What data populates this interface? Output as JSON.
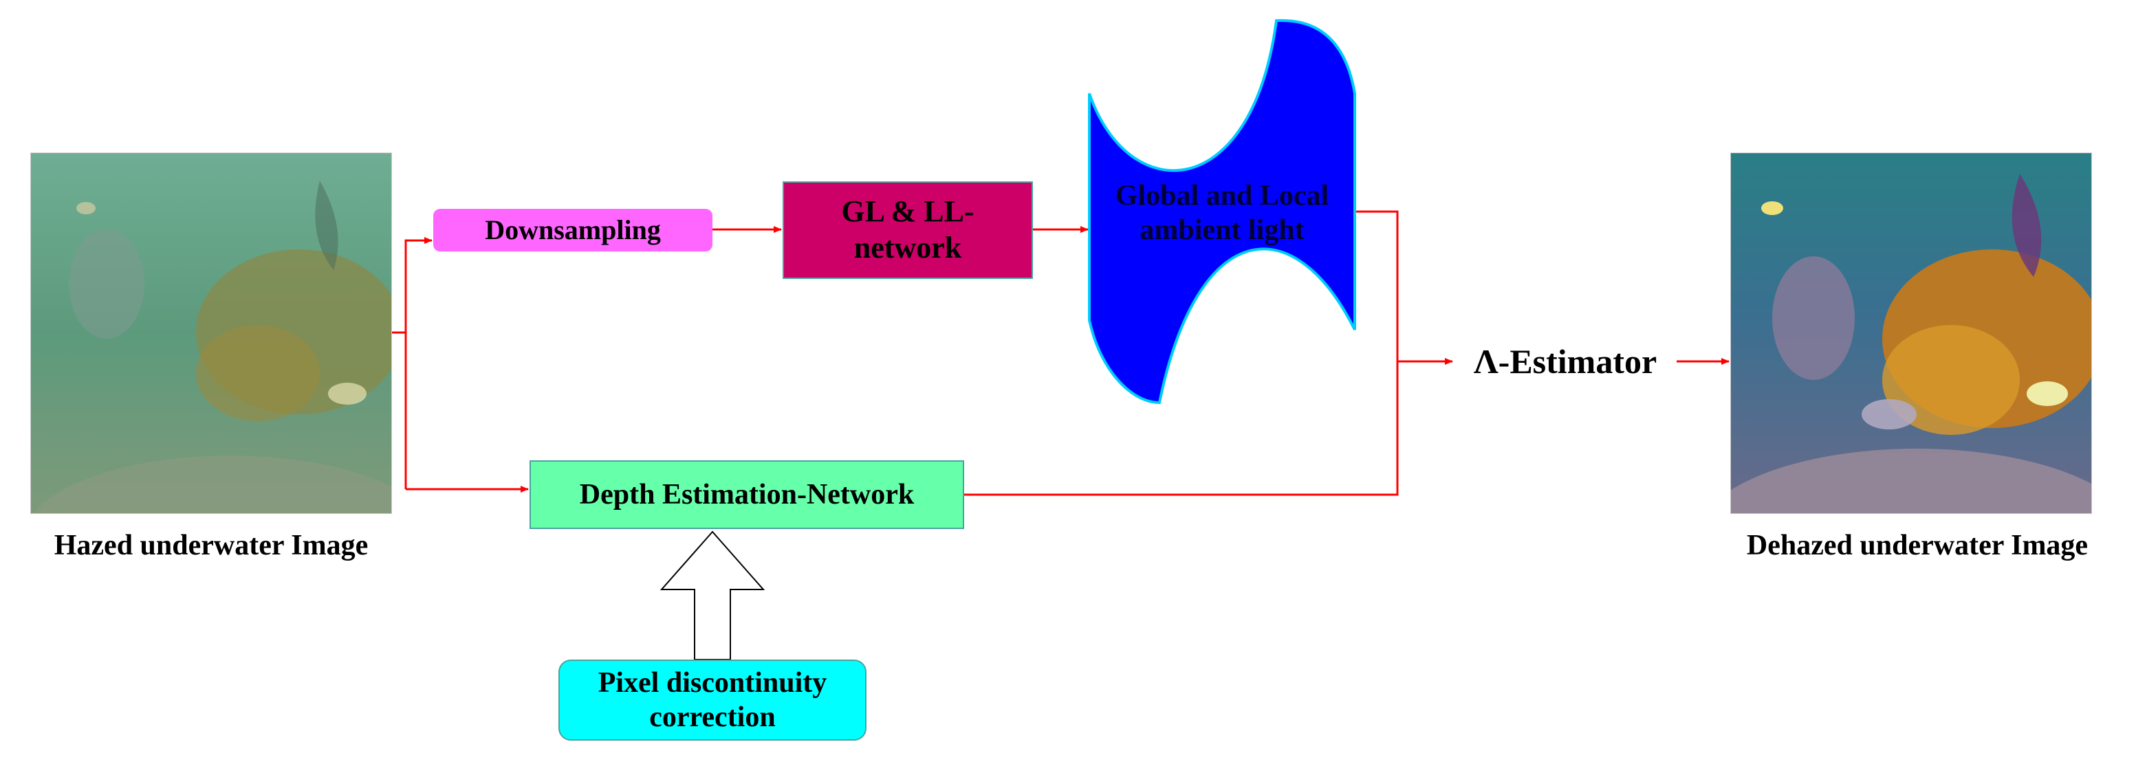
{
  "input_caption": "Hazed underwater Image",
  "output_caption": "Dehazed underwater Image",
  "nodes": {
    "downsampling": "Downsampling",
    "gl_ll_network": "GL & LL-\nnetwork",
    "ambient_light": "Global and Local\nambient light",
    "depth_network": "Depth Estimation-Network",
    "pixel_correction": "Pixel discontinuity\ncorrection",
    "estimator": "Λ-Estimator"
  },
  "colors": {
    "downsampling": "#ff66ff",
    "gl_ll_network": "#cc0066",
    "ambient_light": "#0000ff",
    "depth_network": "#66ffaa",
    "pixel_correction": "#00ffff",
    "connector": "#ff0000"
  }
}
